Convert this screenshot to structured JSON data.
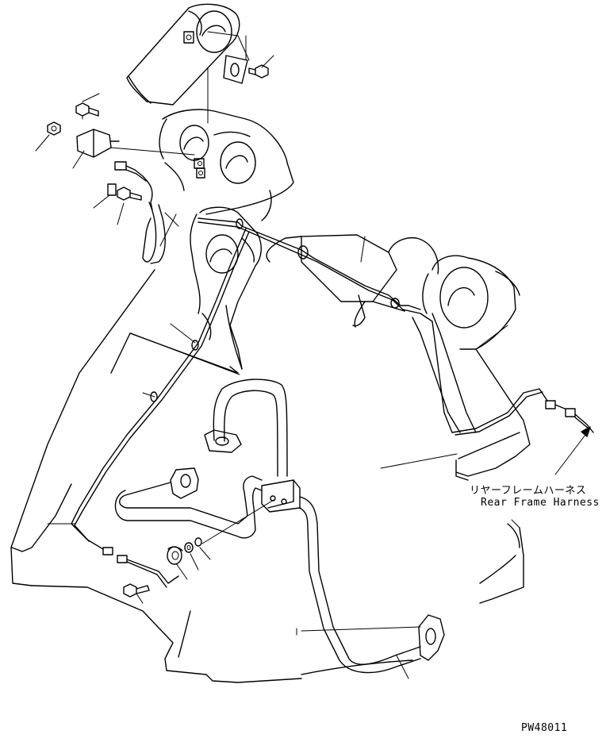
{
  "callouts": {
    "harness_jp": "リヤーフレームハーネス",
    "harness_en": "Rear Frame Harness",
    "drawing_code": "PW48011"
  }
}
